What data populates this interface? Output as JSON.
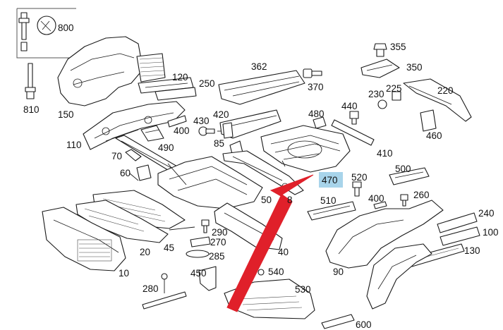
{
  "labels": {
    "l800": "800",
    "l810": "810",
    "l150": "150",
    "l120": "120",
    "l250": "250",
    "l362": "362",
    "l370": "370",
    "l355": "355",
    "l350": "350",
    "l230": "230",
    "l225": "225",
    "l220": "220",
    "l440": "440",
    "l480": "480",
    "l420": "420",
    "l430": "430",
    "l400a": "400",
    "l110": "110",
    "l490": "490",
    "l85": "85",
    "l410": "410",
    "l460": "460",
    "l70": "70",
    "l60": "60",
    "l470": "470",
    "l520": "520",
    "l500": "500",
    "l400b": "400",
    "l260": "260",
    "l50": "50",
    "l8": "8",
    "l510": "510",
    "l240": "240",
    "l100": "100",
    "l130": "130",
    "l290": "290",
    "l270": "270",
    "l285": "285",
    "l20": "20",
    "l45": "45",
    "l40": "40",
    "l10": "10",
    "l90": "90",
    "l540": "540",
    "l450": "450",
    "l280": "280",
    "l530": "530",
    "l600": "600"
  },
  "colors": {
    "highlight": "#a8d4ea",
    "arrow": "#e0202a",
    "line": "#1a1a1a"
  }
}
